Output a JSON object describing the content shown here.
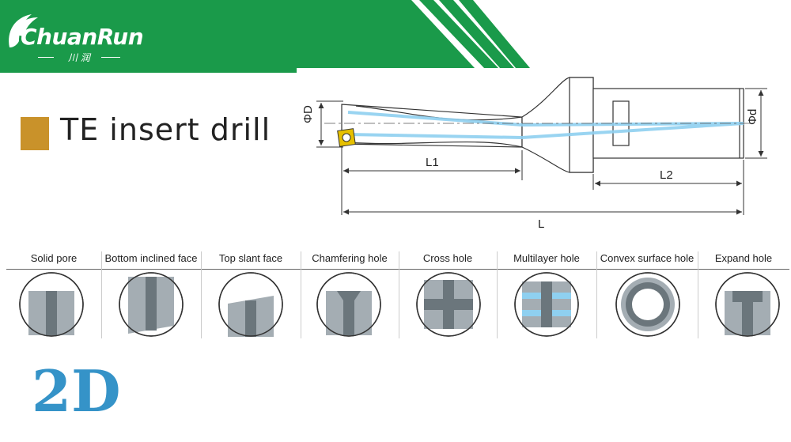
{
  "logo": {
    "brand": "ChuanRun",
    "chinese": "川 润"
  },
  "title": "TE insert drill",
  "diagram_labels": {
    "D": "ΦD",
    "d": "Φd",
    "L1": "L1",
    "L2": "L2",
    "L": "L"
  },
  "categories": [
    {
      "label": "Solid pore"
    },
    {
      "label": "Bottom inclined face"
    },
    {
      "label": "Top slant face"
    },
    {
      "label": "Chamfering hole"
    },
    {
      "label": "Cross hole"
    },
    {
      "label": "Multilayer hole"
    },
    {
      "label": "Convex surface hole"
    },
    {
      "label": "Expand hole"
    }
  ],
  "badge": "2D",
  "colors": {
    "green": "#1a9a4a",
    "accent": "#c9922a",
    "badge": "#3593c8",
    "coolant": "#8fd0f0"
  }
}
